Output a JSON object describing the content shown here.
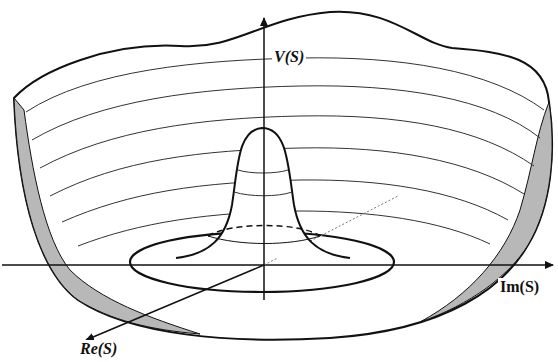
{
  "diagram": {
    "labels": [
      "V(S)",
      "Im(S)",
      "Re(S)"
    ]
  }
}
